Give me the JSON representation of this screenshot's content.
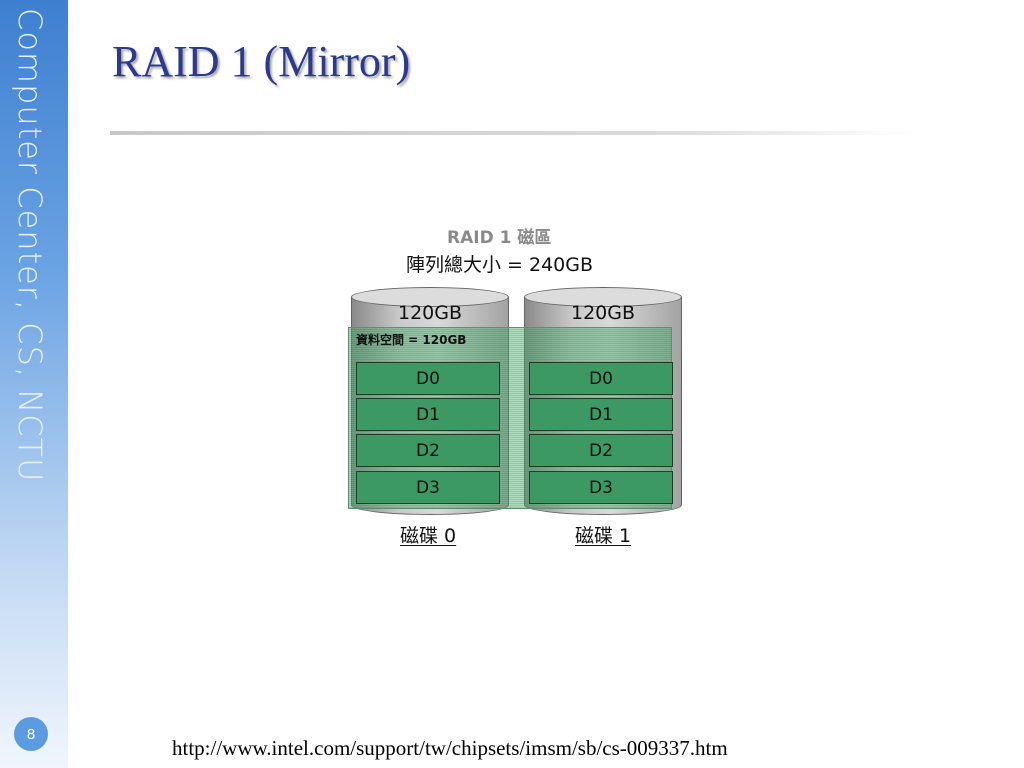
{
  "sidebar": {
    "text": "Computer Center, CS, NCTU"
  },
  "page_number": "8",
  "title": "RAID 1 (Mirror)",
  "diagram": {
    "title": "RAID 1 磁區",
    "array_size": "陣列總大小 = 240GB",
    "data_space": "資料空間 = 120GB",
    "disks": [
      {
        "capacity": "120GB",
        "blocks": [
          "D0",
          "D1",
          "D2",
          "D3"
        ],
        "label": "磁碟 0"
      },
      {
        "capacity": "120GB",
        "blocks": [
          "D0",
          "D1",
          "D2",
          "D3"
        ],
        "label": "磁碟 1"
      }
    ],
    "colors": {
      "block": "#3c9963",
      "data_area": "#50af73",
      "disk": "#c9c9c9"
    }
  },
  "source_url": "http://www.intel.com/support/tw/chipsets/imsm/sb/cs-009337.htm",
  "theme": {
    "title_color": "#2b3a8c",
    "sidebar_color": "#3e7fd0"
  }
}
